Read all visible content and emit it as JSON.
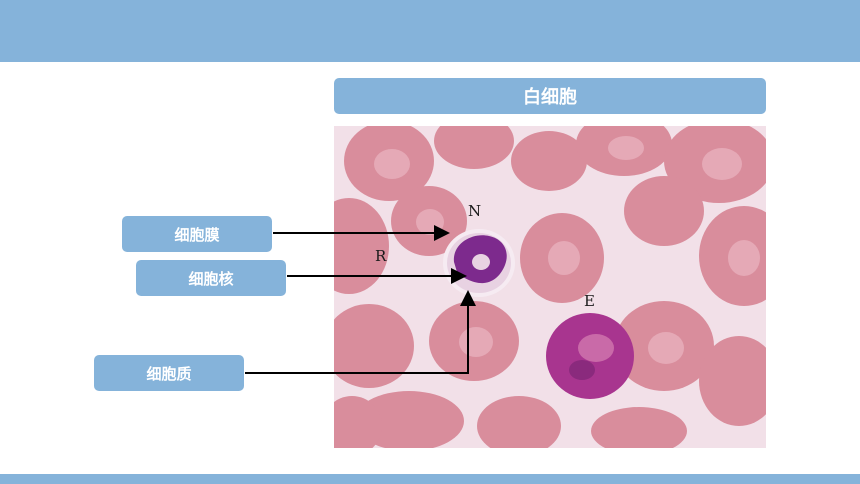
{
  "slide": {
    "title": "白细胞",
    "labels": {
      "membrane": "细胞膜",
      "nucleus": "细胞核",
      "cytoplasm": "细胞质"
    }
  },
  "micrograph": {
    "letters": {
      "n": "N",
      "r": "R",
      "e": "E"
    }
  },
  "colors": {
    "accent": "#85b3da",
    "background": "#ffffff",
    "plasma": "#f3e2ea",
    "red_cell": "#d98d9c",
    "nucleus": "#7d2a8d",
    "eosinophil": "#a8358f",
    "arrow": "#000000"
  }
}
